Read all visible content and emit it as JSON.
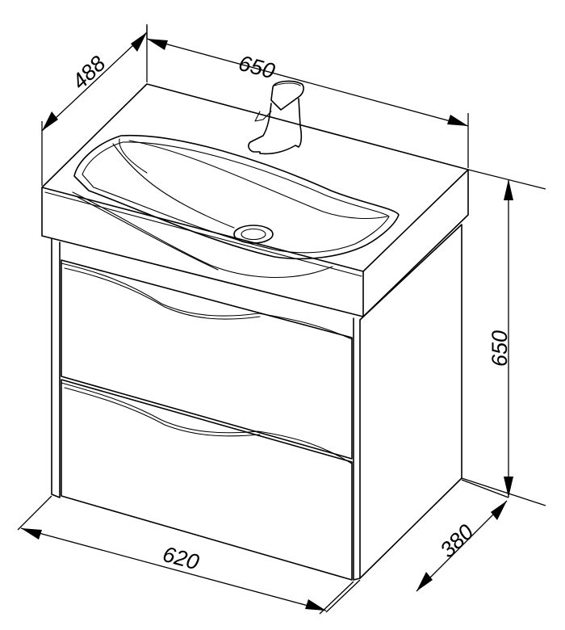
{
  "dimensions": {
    "top_width": "650",
    "top_depth": "488",
    "height": "650",
    "bottom_width": "620",
    "bottom_depth": "380"
  }
}
